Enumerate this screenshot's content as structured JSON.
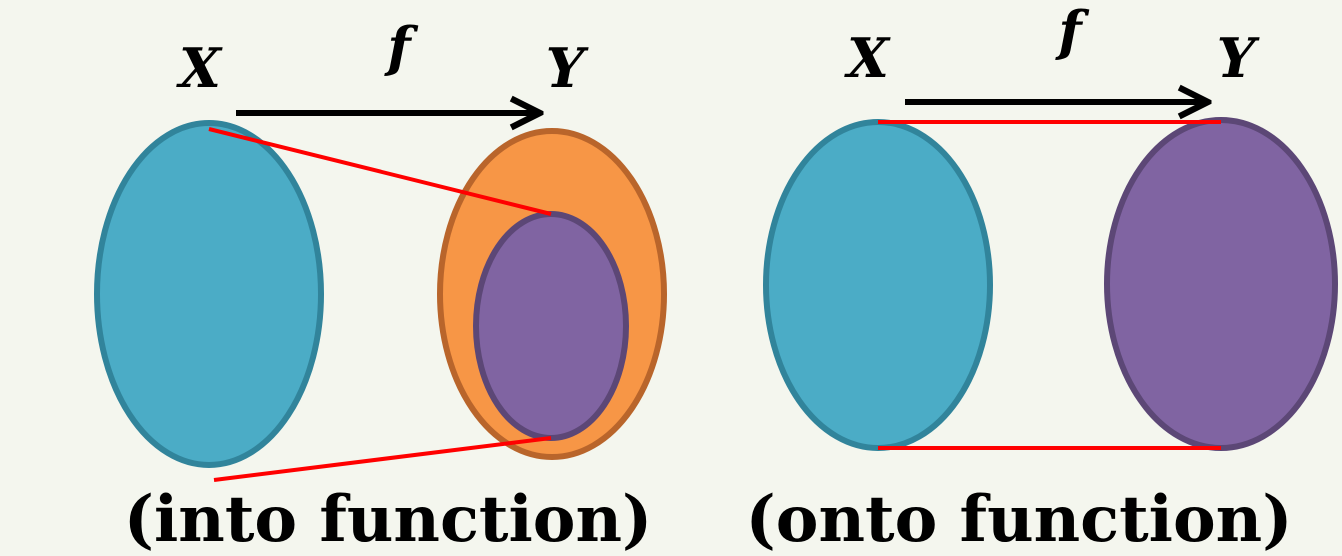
{
  "colors": {
    "background": "#f4f6ee",
    "domain_fill": "#4bacc6",
    "domain_stroke": "#31849b",
    "codomain_fill": "#f79646",
    "codomain_stroke": "#b9652b",
    "range_fill": "#8064a2",
    "range_stroke": "#5c4776",
    "mapping_line": "#ff0000",
    "arrow": "#000000"
  },
  "left_diagram": {
    "domain_label": "X",
    "codomain_label": "Y",
    "function_label": "f",
    "caption": "(into function)"
  },
  "right_diagram": {
    "domain_label": "X",
    "codomain_label": "Y",
    "function_label": "f",
    "caption": "(onto function)"
  }
}
